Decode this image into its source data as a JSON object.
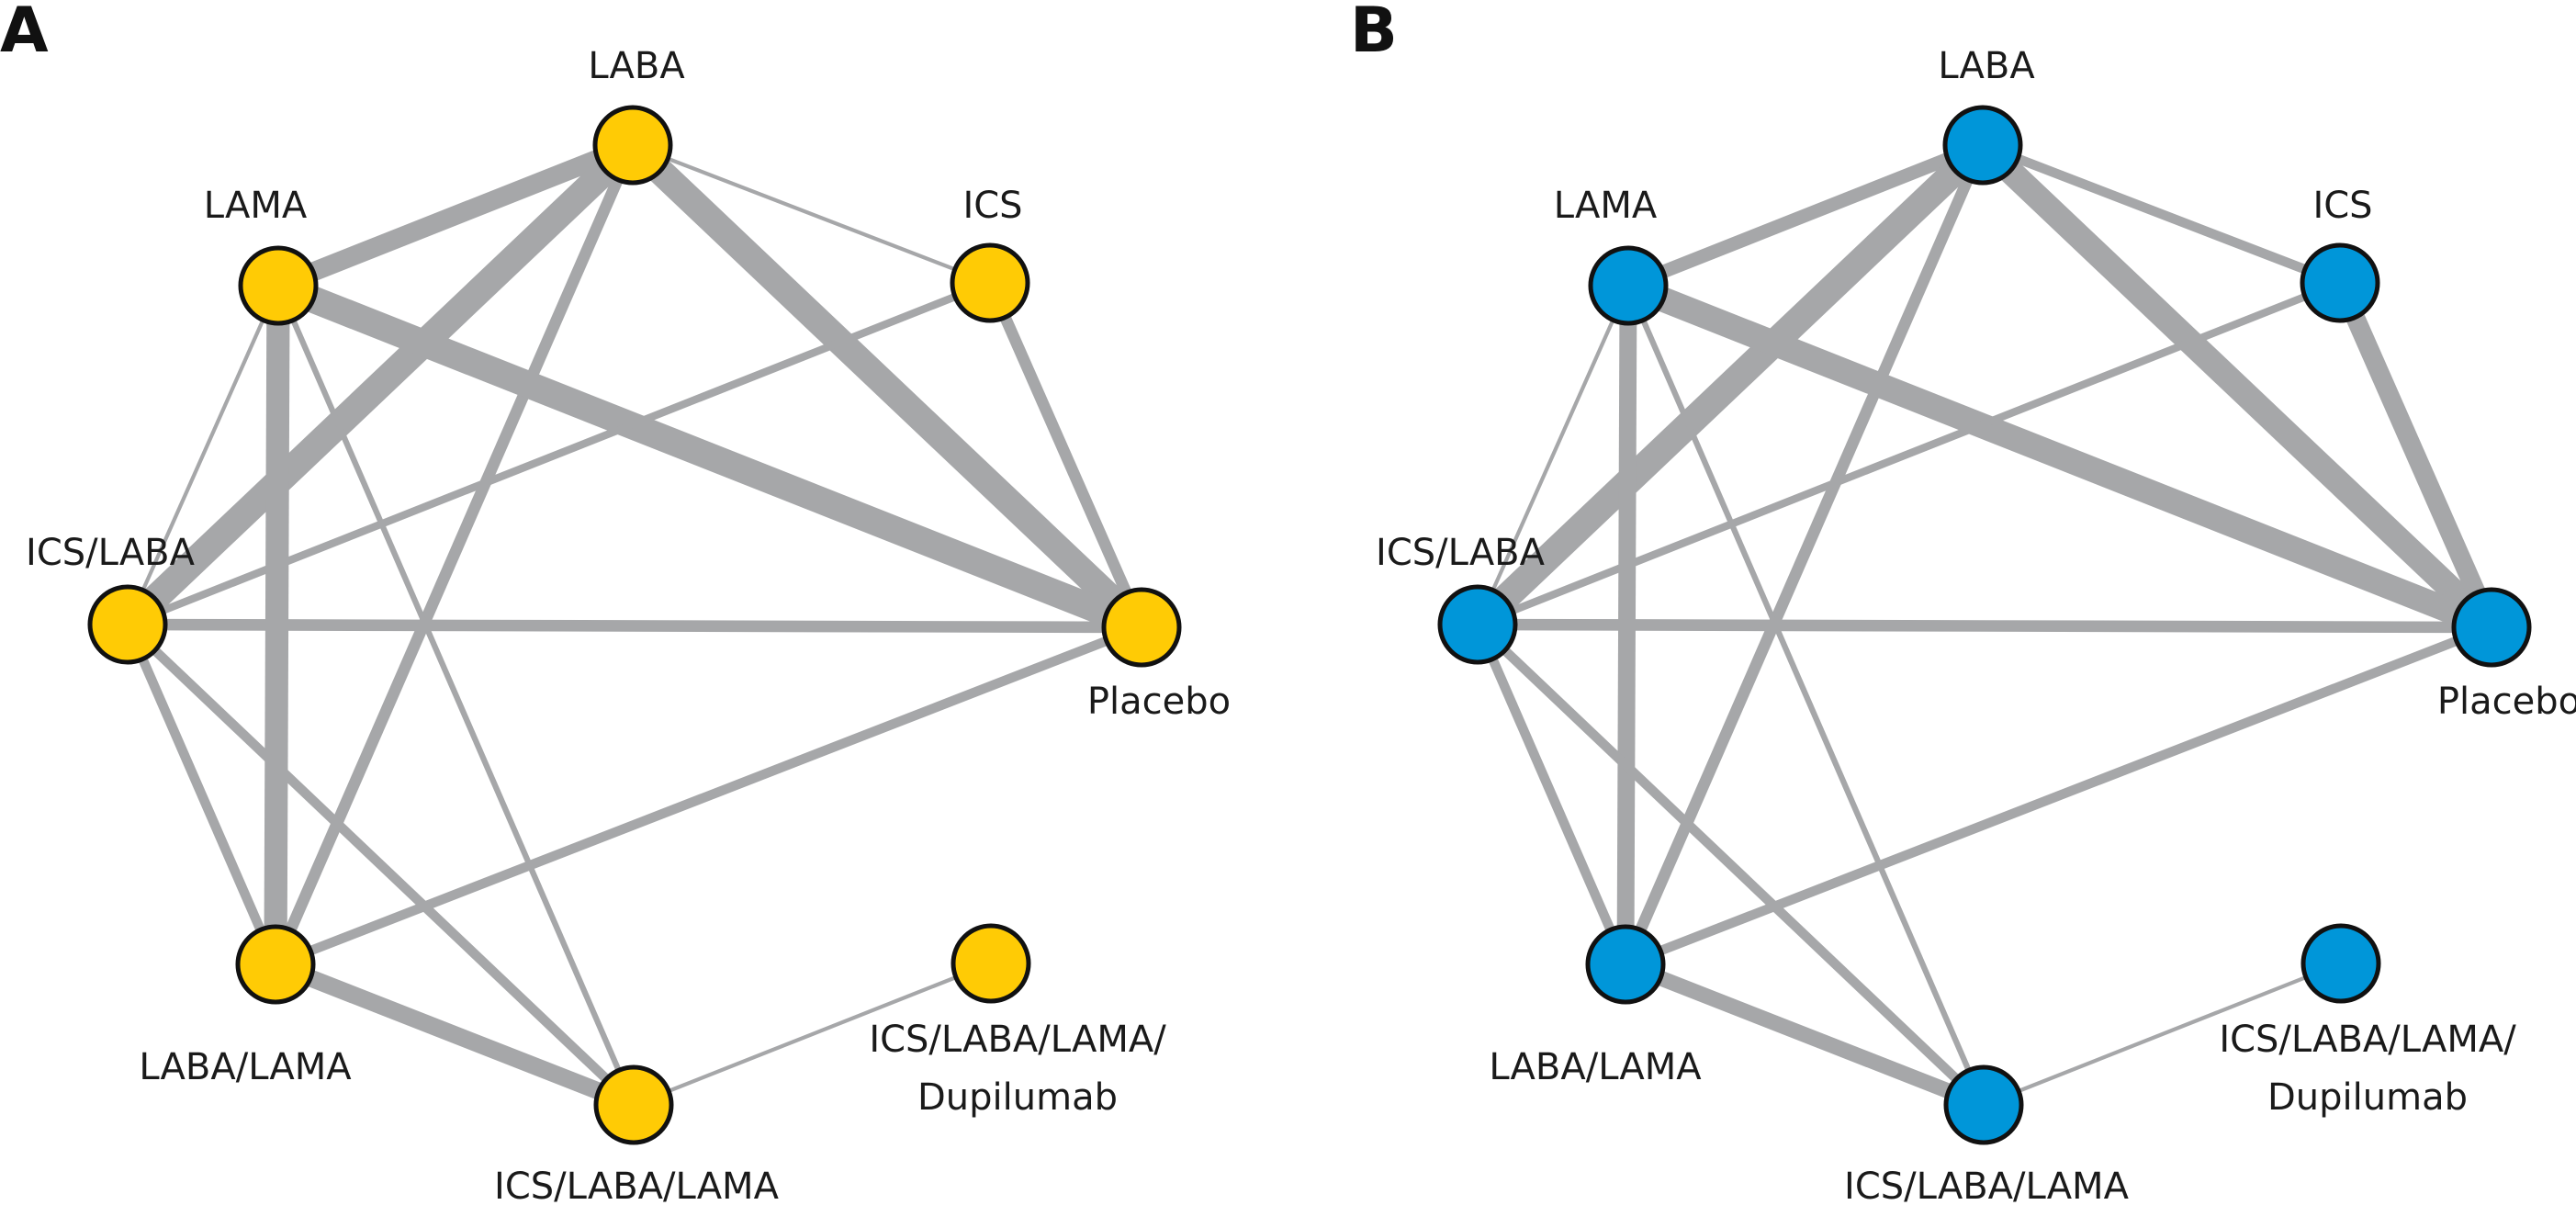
{
  "colors": {
    "edge": "#a6a7a9",
    "node_outline": "#111111",
    "panel_a_node": "#ffcb05",
    "panel_b_node": "#0096d9"
  },
  "node_labels": {
    "laba": [
      "LABA"
    ],
    "lama": [
      "LAMA"
    ],
    "ics": [
      "ICS"
    ],
    "ics_laba": [
      "ICS/LABA"
    ],
    "placebo": [
      "Placebo"
    ],
    "laba_lama": [
      "LABA/LAMA"
    ],
    "ics_laba_lama": [
      "ICS/LABA/LAMA"
    ],
    "dupi": [
      "ICS/LABA/LAMA/",
      "Dupilumab"
    ]
  },
  "panels": [
    {
      "letter": "A",
      "node_color": "panel_a_node",
      "edges": [
        {
          "from": "lama",
          "to": "laba",
          "weight": 5
        },
        {
          "from": "laba",
          "to": "ics",
          "weight": 1
        },
        {
          "from": "laba",
          "to": "ics_laba",
          "weight": 7
        },
        {
          "from": "laba",
          "to": "placebo",
          "weight": 7
        },
        {
          "from": "laba",
          "to": "laba_lama",
          "weight": 3
        },
        {
          "from": "lama",
          "to": "placebo",
          "weight": 7
        },
        {
          "from": "lama",
          "to": "ics_laba",
          "weight": 1
        },
        {
          "from": "lama",
          "to": "laba_lama",
          "weight": 6
        },
        {
          "from": "lama",
          "to": "ics_laba_lama",
          "weight": 1.5
        },
        {
          "from": "ics",
          "to": "ics_laba",
          "weight": 2
        },
        {
          "from": "ics",
          "to": "placebo",
          "weight": 3
        },
        {
          "from": "ics_laba",
          "to": "placebo",
          "weight": 3
        },
        {
          "from": "ics_laba",
          "to": "laba_lama",
          "weight": 2.5
        },
        {
          "from": "ics_laba",
          "to": "ics_laba_lama",
          "weight": 2.5
        },
        {
          "from": "placebo",
          "to": "laba_lama",
          "weight": 2.5
        },
        {
          "from": "laba_lama",
          "to": "ics_laba_lama",
          "weight": 4.5
        },
        {
          "from": "ics_laba_lama",
          "to": "dupi",
          "weight": 1
        }
      ]
    },
    {
      "letter": "B",
      "node_color": "panel_b_node",
      "edges": [
        {
          "from": "lama",
          "to": "laba",
          "weight": 3.5
        },
        {
          "from": "laba",
          "to": "ics",
          "weight": 2.5
        },
        {
          "from": "laba",
          "to": "ics_laba",
          "weight": 7
        },
        {
          "from": "laba",
          "to": "placebo",
          "weight": 6.5
        },
        {
          "from": "laba",
          "to": "laba_lama",
          "weight": 3
        },
        {
          "from": "lama",
          "to": "placebo",
          "weight": 6.5
        },
        {
          "from": "lama",
          "to": "ics_laba",
          "weight": 1
        },
        {
          "from": "lama",
          "to": "laba_lama",
          "weight": 4.5
        },
        {
          "from": "lama",
          "to": "ics_laba_lama",
          "weight": 1.5
        },
        {
          "from": "ics",
          "to": "ics_laba",
          "weight": 2
        },
        {
          "from": "ics",
          "to": "placebo",
          "weight": 5
        },
        {
          "from": "ics_laba",
          "to": "placebo",
          "weight": 3
        },
        {
          "from": "ics_laba",
          "to": "laba_lama",
          "weight": 2.5
        },
        {
          "from": "ics_laba",
          "to": "ics_laba_lama",
          "weight": 2.5
        },
        {
          "from": "placebo",
          "to": "laba_lama",
          "weight": 2.5
        },
        {
          "from": "laba_lama",
          "to": "ics_laba_lama",
          "weight": 4
        },
        {
          "from": "ics_laba_lama",
          "to": "dupi",
          "weight": 1
        }
      ]
    }
  ]
}
